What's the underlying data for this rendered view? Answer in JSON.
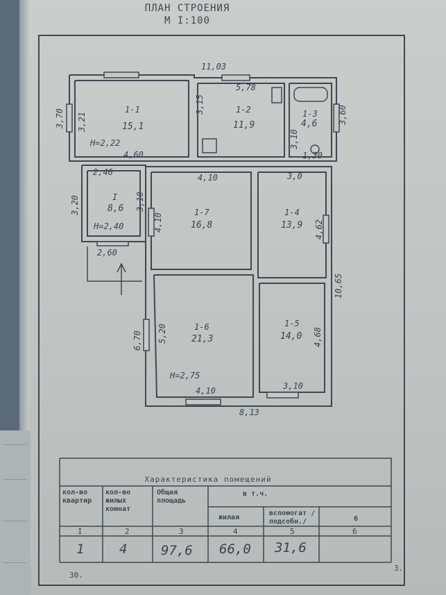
{
  "header": {
    "title": "ПЛАН СТРОЕНИЯ",
    "scale": "М I:100"
  },
  "plan": {
    "top_width": "11,03",
    "left_height": "3,70",
    "right_height": "3,60",
    "rooms": [
      {
        "id": "1-1",
        "area": "15,1",
        "height": "H=2,22",
        "side": "3,21",
        "bottom": "4,60"
      },
      {
        "id": "1-2",
        "area": "11,9",
        "top": "5,78",
        "side": "3,15"
      },
      {
        "id": "1-3",
        "area": "4,6",
        "side": "3,10",
        "bottom": "1,30"
      },
      {
        "id": "I",
        "area": "8,6",
        "height": "H=2,40",
        "top": "2,46",
        "left": "3,20",
        "right": "3,10",
        "bottom": "2,60"
      },
      {
        "id": "1-7",
        "area": "16,8",
        "top": "4,10",
        "side": "4,10"
      },
      {
        "id": "1-4",
        "area": "13,9",
        "top": "3,0",
        "side": "4,62"
      },
      {
        "id": "1-6",
        "area": "21,3",
        "height": "H=2,75",
        "side": "5,20",
        "bottom": "4,10"
      },
      {
        "id": "1-5",
        "area": "14,0",
        "side": "4,68",
        "bottom": "3,10"
      }
    ],
    "lower_left_height": "6,70",
    "lower_right_height": "10,65",
    "lower_bottom_width": "8,13"
  },
  "table": {
    "title": "Характеристика помещений",
    "headers": [
      "кол-во квартир",
      "кол-во жилых комнат",
      "Общая площадь",
      "в т.ч.",
      "жилая",
      "вспомогат /подсобн./",
      "6"
    ],
    "col_numbers": [
      "I",
      "2",
      "3",
      "4",
      "5",
      "6"
    ],
    "values": [
      "1",
      "4",
      "97,6",
      "66,0",
      "31,6",
      ""
    ]
  },
  "page_numbers": {
    "left": "30.",
    "right": "3."
  }
}
